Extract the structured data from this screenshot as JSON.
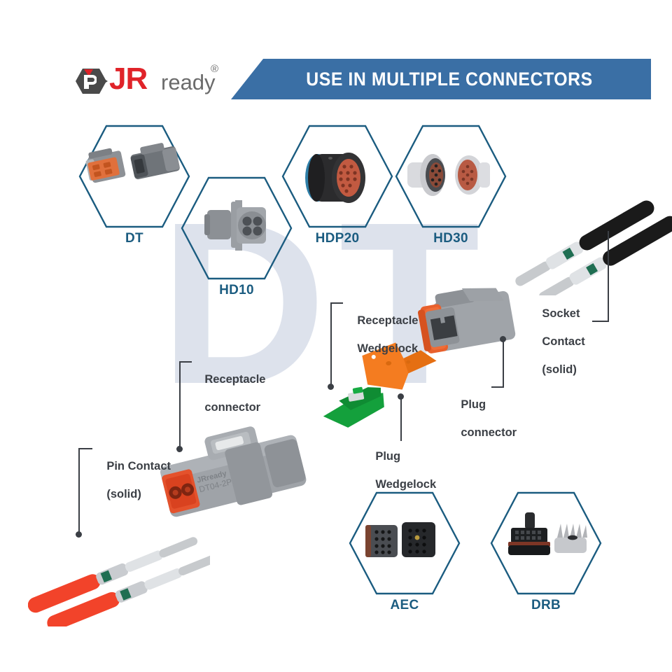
{
  "brand": {
    "logo_jr": "JR",
    "logo_ready": "ready",
    "registered_mark": "®",
    "logo_icon": "jrready-hex-logo"
  },
  "header": {
    "banner_title": "USE IN MULTIPLE CONNECTORS",
    "banner_color": "#3a6fa5"
  },
  "watermark": {
    "text": "DT",
    "color": "#dde2ec"
  },
  "colors": {
    "hex_stroke": "#1b5c80",
    "hex_label": "#1b5c80",
    "callout_text": "#3b3f45",
    "logo_red": "#e02329",
    "logo_gray": "#6b6b6b",
    "wedgelock_plug": "#2aa44a",
    "wedgelock_receptacle": "#f07d18",
    "wire_red": "#f2432a",
    "wire_black": "#1a1a1a",
    "connector_gray": "#9a9ea3",
    "seal_orange": "#e8602c"
  },
  "connector_badges": [
    {
      "label": "DT",
      "art": "dt-connector-pair-photo"
    },
    {
      "label": "HD10",
      "art": "hd10-connector-photo"
    },
    {
      "label": "HDP20",
      "art": "hdp20-connector-photo"
    },
    {
      "label": "HD30",
      "art": "hd30-connector-pair-photo"
    },
    {
      "label": "AEC",
      "art": "aec-connector-pair-photo"
    },
    {
      "label": "DRB",
      "art": "drb-connector-pair-photo"
    }
  ],
  "callouts": [
    {
      "id": "receptacle-wedgelock",
      "line1": "Receptacle",
      "line2": "Wedgelock"
    },
    {
      "id": "receptacle-connector",
      "line1": "Receptacle",
      "line2": "connector"
    },
    {
      "id": "plug-wedgelock",
      "line1": "Plug",
      "line2": "Wedgelock"
    },
    {
      "id": "plug-connector",
      "line1": "Plug",
      "line2": "connector"
    },
    {
      "id": "pin-contact",
      "line1": "Pin Contact",
      "line2": "(solid)"
    },
    {
      "id": "socket-contact",
      "line1": "Socket",
      "line2": "Contact",
      "line3": "(solid)"
    }
  ],
  "part_marking": {
    "brand": "JRready",
    "part_number": "DT04-2P"
  }
}
